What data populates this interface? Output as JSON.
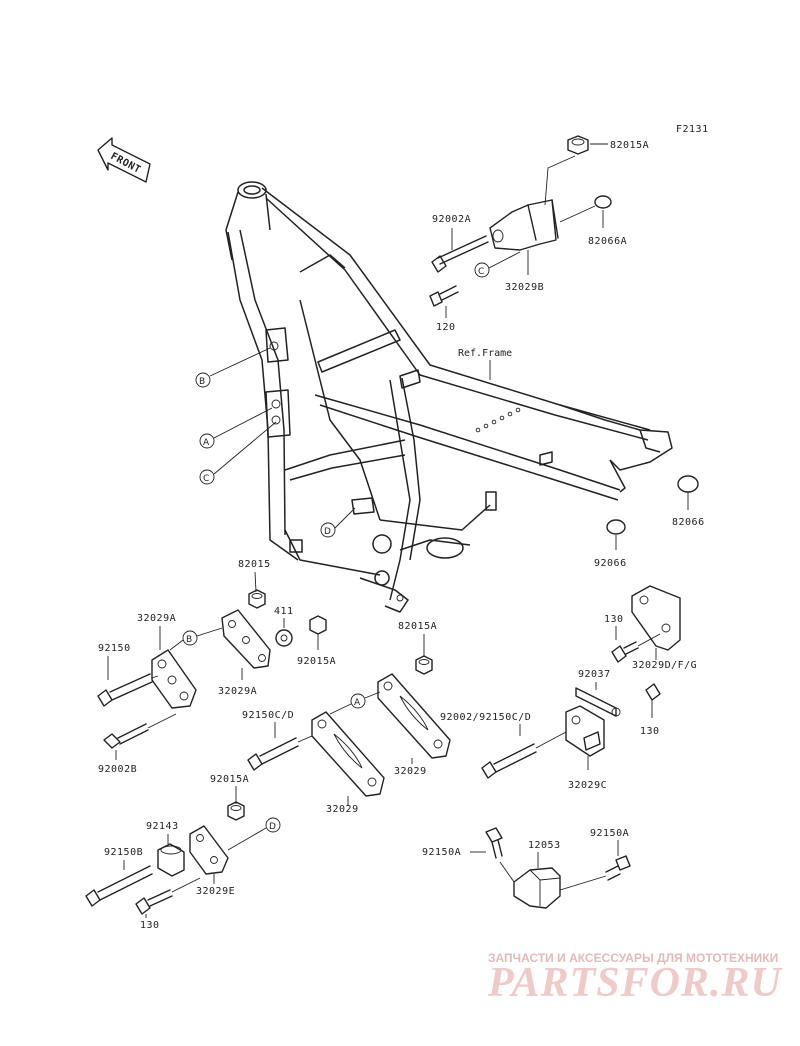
{
  "diagram": {
    "figure_code": "F2131",
    "front_label": "FRONT",
    "ref_frame": "Ref.Frame",
    "circle_refs": [
      "A",
      "B",
      "C",
      "D"
    ],
    "parts": {
      "p82015A_top": "82015A",
      "p92002A": "92002A",
      "p82066A": "82066A",
      "p32029B": "32029B",
      "p120": "120",
      "p82066_right": "82066",
      "p92066": "92066",
      "p82015": "82015",
      "p411": "411",
      "p92015A_a": "92015A",
      "p32029A_top": "32029A",
      "p92150": "92150",
      "p32029A_mid": "32029A",
      "p92002B": "92002B",
      "p82015A_mid": "82015A",
      "p92150CD": "92150C/D",
      "p32029_a": "32029",
      "p32029_b": "32029",
      "p92015A_b": "92015A",
      "p130_right": "130",
      "p32029DFG": "32029D/F/G",
      "p92037": "92037",
      "p130_right2": "130",
      "p92002_92150CD": "92002/92150C/D",
      "p32029C": "32029C",
      "p92143": "92143",
      "p92150B": "92150B",
      "p32029E": "32029E",
      "p130_bottom": "130",
      "p92150A_left": "92150A",
      "p12053": "12053",
      "p92150A_right": "92150A"
    }
  },
  "watermark": {
    "tagline": "ЗАПЧАСТИ И АКСЕССУАРЫ ДЛЯ МОТОТЕХНИКИ",
    "logo": "PARTSFOR.RU"
  }
}
